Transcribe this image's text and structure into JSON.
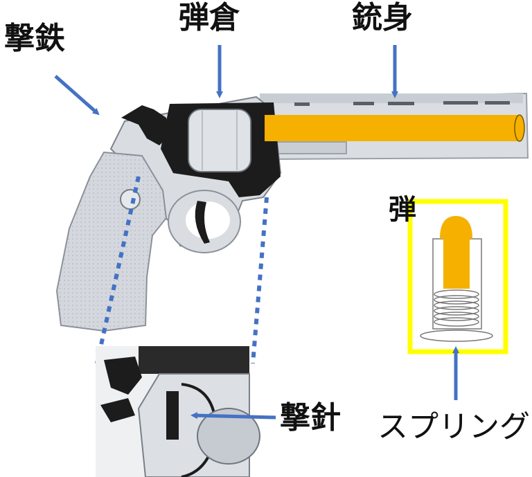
{
  "labels": {
    "hammer": "撃鉄",
    "cylinder": "弾倉",
    "barrel": "銃身",
    "bullet": "弾",
    "firing_pin": "撃針",
    "spring": "スプリング"
  },
  "colors": {
    "arrow": "#4472c4",
    "gun_body": "#d9dde2",
    "gun_shadow": "#1c1c1c",
    "barrel_fill": "#f5b000",
    "bullet_box": "#ffff00"
  }
}
